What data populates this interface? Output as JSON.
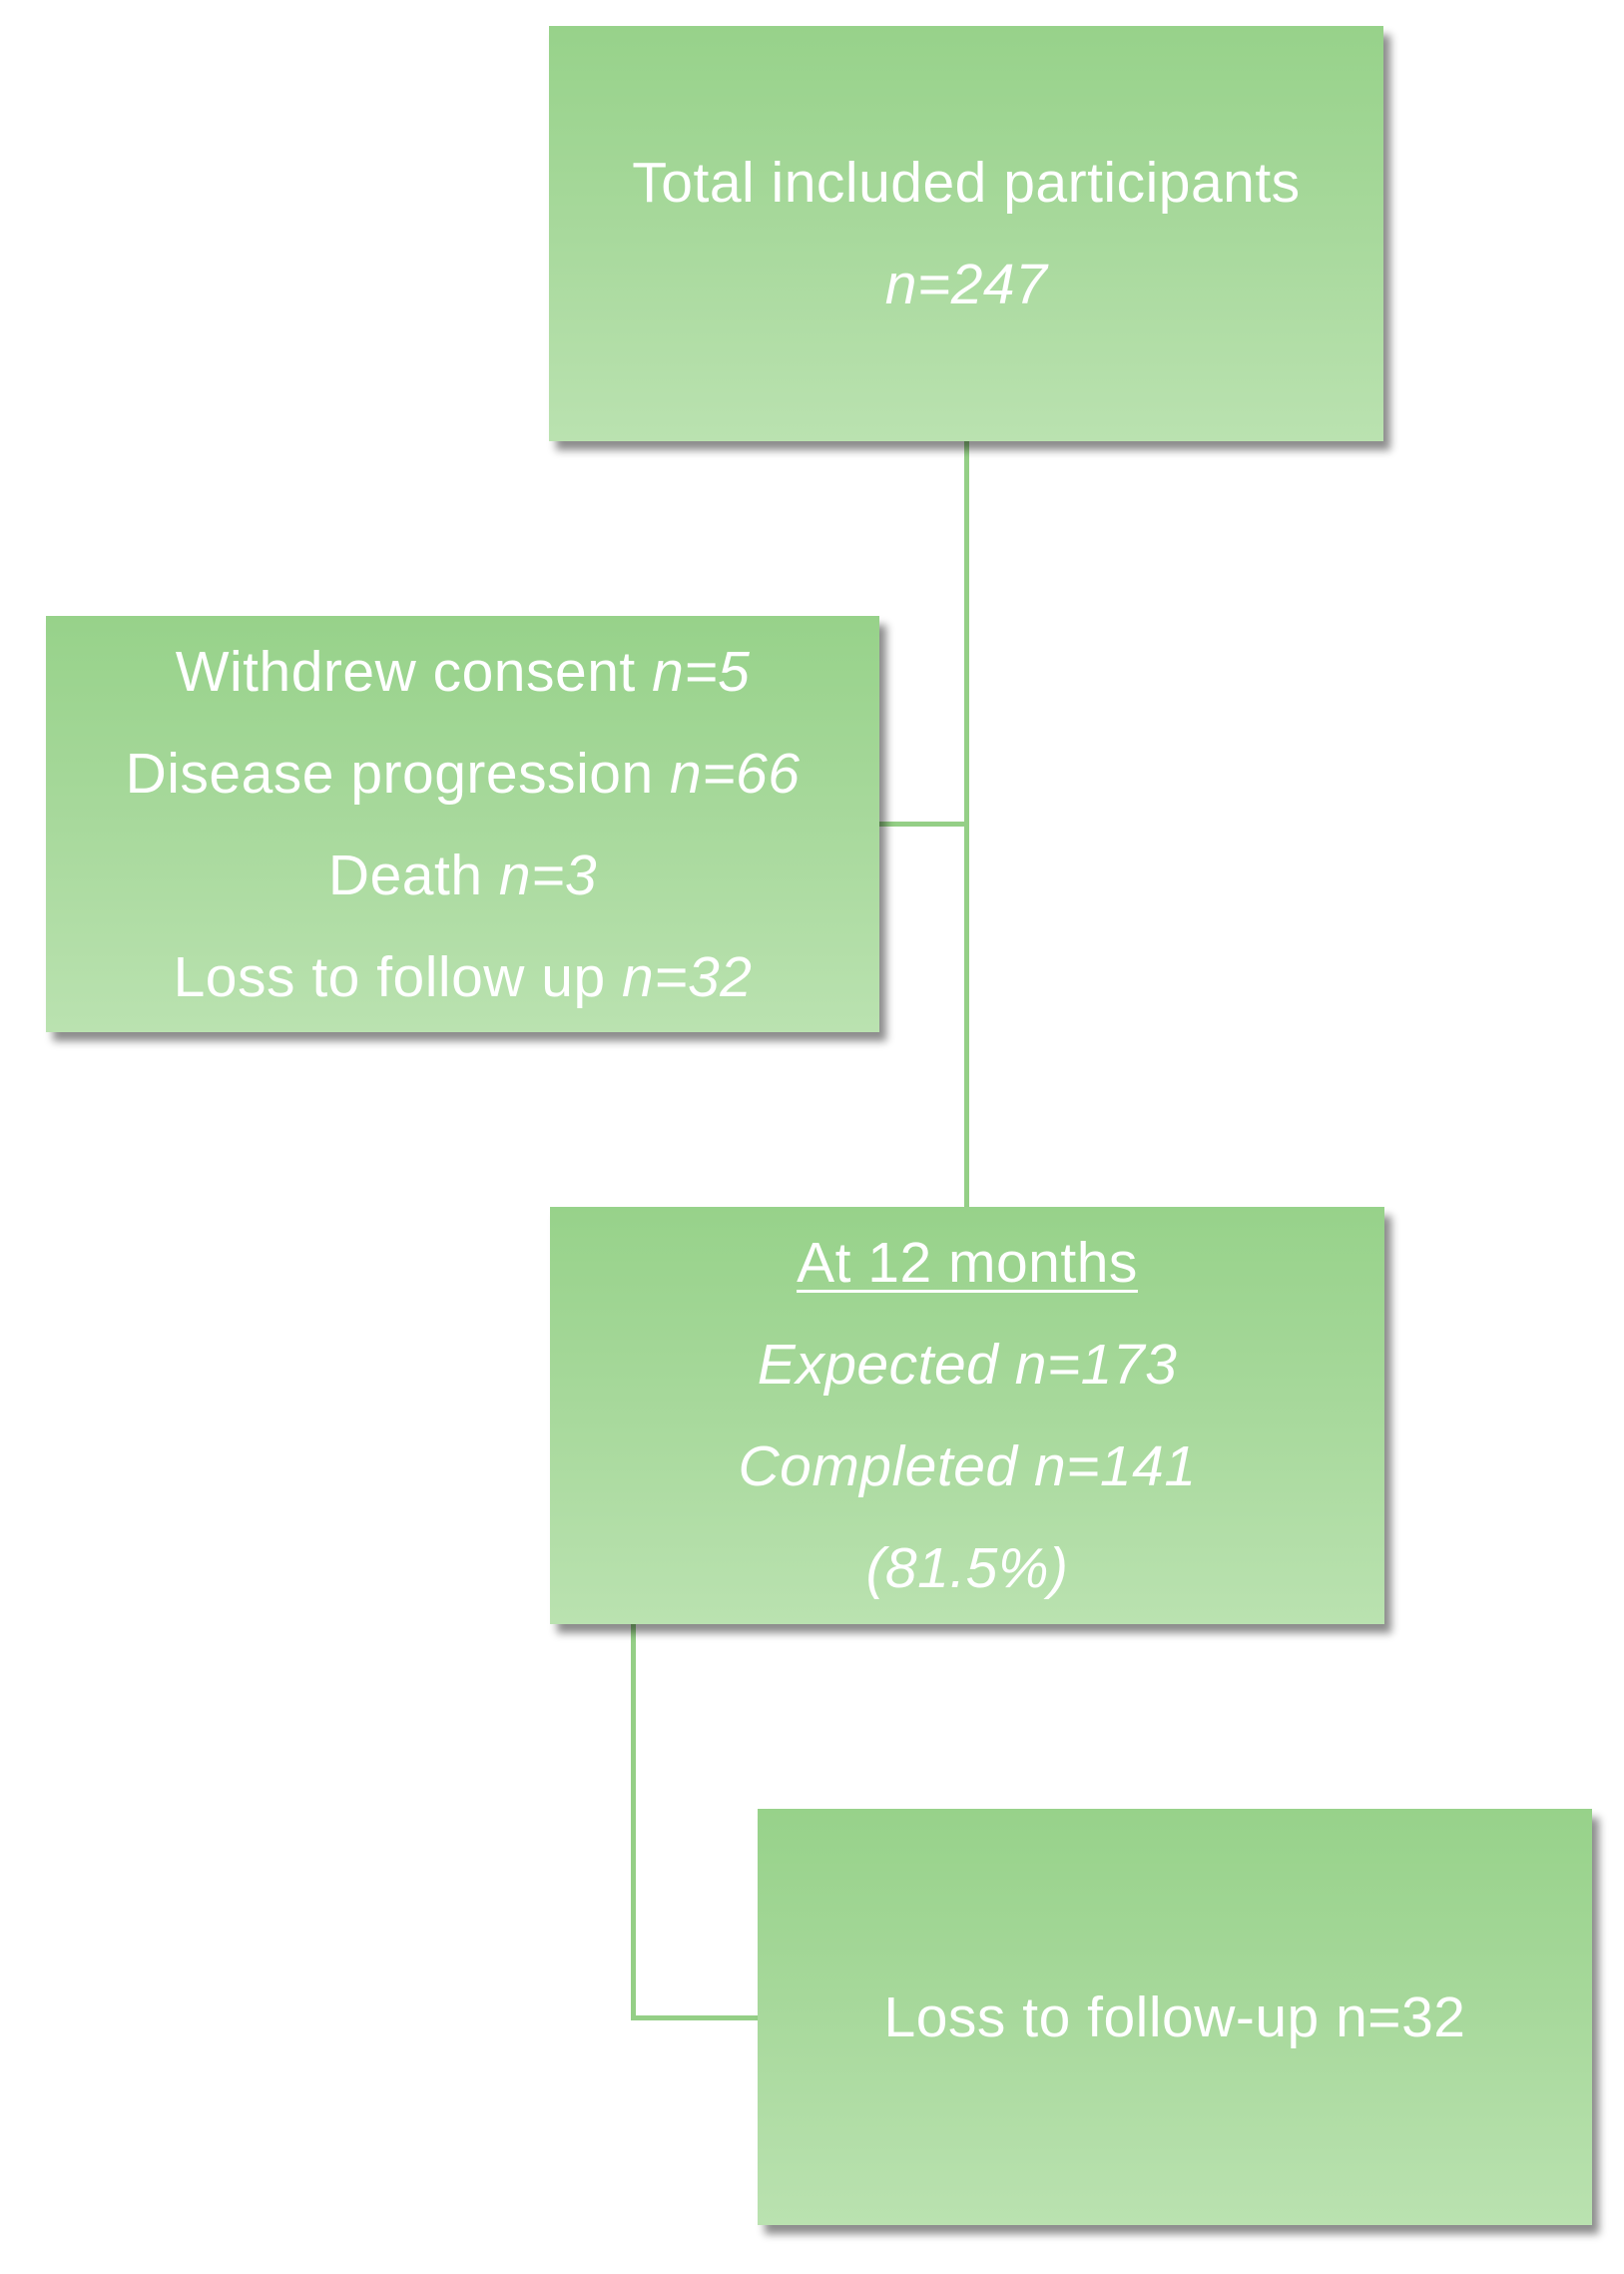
{
  "total": {
    "title": "Total included participants",
    "n": "n=247"
  },
  "exclusions": {
    "items": [
      {
        "label": "Withdrew consent ",
        "n": "n=5"
      },
      {
        "label": "Disease progression ",
        "n": "n=66"
      },
      {
        "label": "Death ",
        "n": "n=3"
      },
      {
        "label": "Loss to follow up ",
        "n": "n=32"
      }
    ]
  },
  "twelve_months": {
    "title": "At 12 months",
    "expected": "Expected n=173",
    "completed": "Completed n=141",
    "percent": "(81.5%)"
  },
  "loss": {
    "label": "Loss to follow-up n=32"
  },
  "colors": {
    "box_top": "#97d28a",
    "box_bottom": "#bae2b0",
    "connector": "#94cf86",
    "text": "#ffffff"
  }
}
